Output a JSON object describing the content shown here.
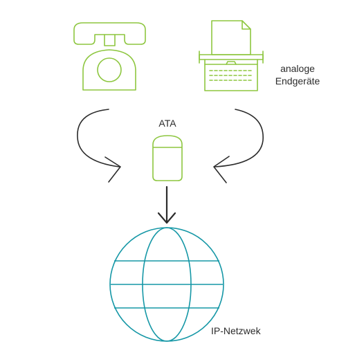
{
  "colors": {
    "device_green": "#8dc63f",
    "network_teal": "#1597a6",
    "arrow_dark": "#2b2b2b",
    "text": "#2b2b2b",
    "background": "#ffffff"
  },
  "icons": [
    "telephone-icon",
    "fax-machine-icon",
    "ata-adapter-icon",
    "globe-icon",
    "curved-arrow-icon",
    "down-arrow-icon"
  ],
  "labels": {
    "analog_line1": "analoge",
    "analog_line2": "Endgeräte",
    "ata": "ATA",
    "ip_network": "IP-Netzwek"
  }
}
